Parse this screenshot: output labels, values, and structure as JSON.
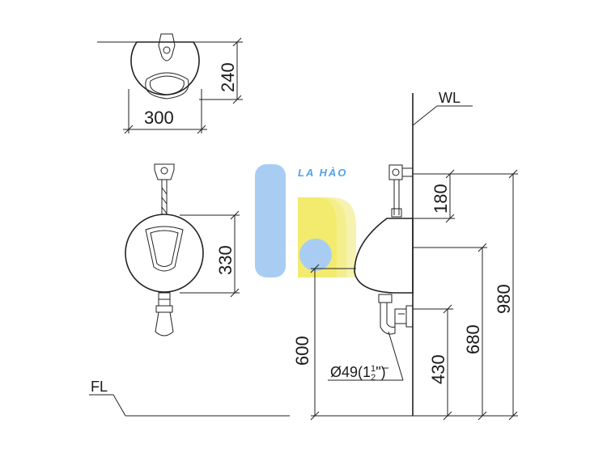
{
  "labels": {
    "wall_line": "WL",
    "floor_line": "FL",
    "pipe_diameter_main": "Ø49(1",
    "pipe_diameter_num": "1",
    "pipe_diameter_den": "2",
    "pipe_diameter_close": "\")"
  },
  "dimensions": {
    "top_view_depth": "240",
    "top_view_width": "300",
    "front_view_height": "330",
    "valve_height": "180",
    "total_height": "980",
    "inlet_height": "680",
    "drain_height": "430",
    "rim_height": "600"
  },
  "watermark": {
    "text": "LA HÀO",
    "colors": {
      "blue": "#a9cdf2",
      "yellow": "#f4ef8c",
      "text": "#4fa3ee"
    }
  }
}
